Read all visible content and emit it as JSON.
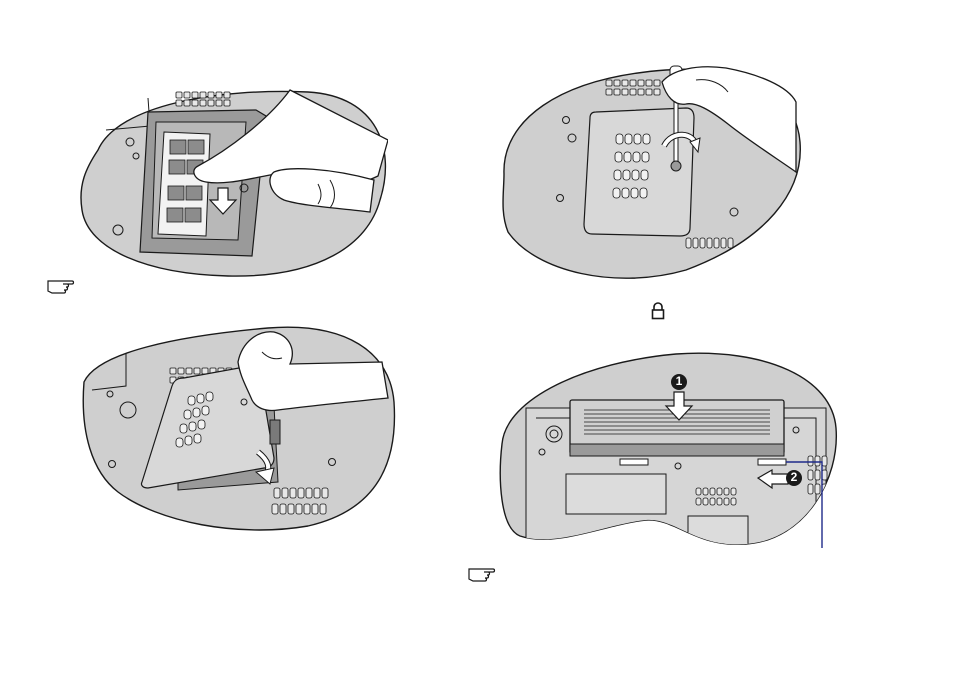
{
  "illustrations": {
    "step1": "install-memory-module",
    "step2": "tighten-cover-screw",
    "step3": "close-memory-cover",
    "step4": "insert-battery-and-lock"
  },
  "step_badges": {
    "one": "1",
    "two": "2"
  },
  "icons": {
    "note": "pointing-hand-note-icon",
    "lock": "padlock-icon"
  },
  "colors": {
    "body_fill": "#cfcfcf",
    "stroke": "#1a1a1a",
    "hand_fill": "#ffffff",
    "callout_line": "#1f2a8a"
  }
}
